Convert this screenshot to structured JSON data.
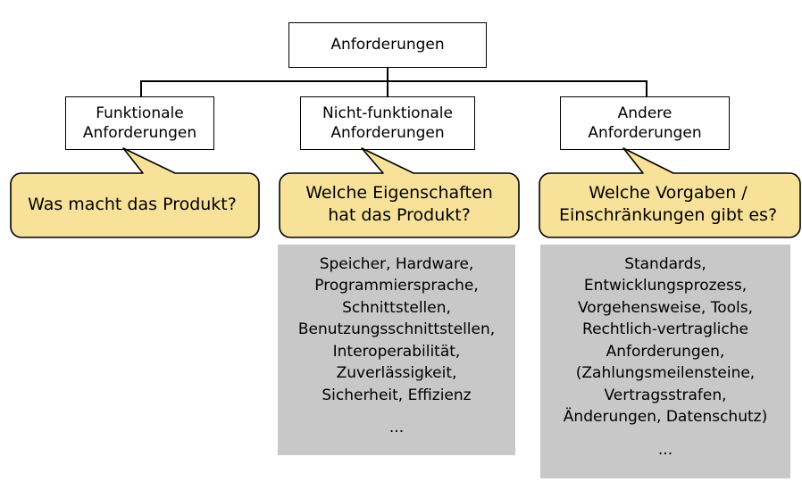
{
  "diagram": {
    "title_node": "Anforderungen",
    "nodes": [
      {
        "id": "root",
        "label": "Anforderungen"
      },
      {
        "id": "func",
        "line1": "Funktionale",
        "line2": "Anforderungen"
      },
      {
        "id": "nonfunc",
        "line1": "Nicht-funktionale",
        "line2": "Anforderungen"
      },
      {
        "id": "other",
        "line1": "Andere",
        "line2": "Anforderungen"
      }
    ],
    "callouts": [
      {
        "id": "callout-func",
        "line1": "Was macht das Produkt?",
        "line2": ""
      },
      {
        "id": "callout-nonfunc",
        "line1": "Welche Eigenschaften",
        "line2": "hat das Produkt?"
      },
      {
        "id": "callout-other",
        "line1": "Welche Vorgaben /",
        "line2": "Einschränkungen gibt es?"
      }
    ],
    "detail_boxes": [
      {
        "id": "details-nonfunc",
        "lines": [
          "Speicher, Hardware,",
          "Programmiersprache,",
          "Schnittstellen,",
          "Benutzungsschnittstellen,",
          "Interoperabilität,",
          "Zuverlässigkeit,",
          "Sicherheit, Effizienz"
        ],
        "ellipsis": "..."
      },
      {
        "id": "details-other",
        "lines": [
          "Standards,",
          "Entwicklungsprozess,",
          "Vorgehensweise, Tools,",
          "Rechtlich-vertragliche",
          "Anforderungen,",
          "(Zahlungsmeilensteine,",
          "Vertragsstrafen,",
          "Änderungen, Datenschutz)"
        ],
        "ellipsis": "..."
      }
    ],
    "colors": {
      "callout_fill": "#f8e29a",
      "callout_stroke": "#000000",
      "detail_fill": "#c8c8c8",
      "node_fill": "#ffffff",
      "node_stroke": "#000000",
      "text": "#000000"
    }
  }
}
